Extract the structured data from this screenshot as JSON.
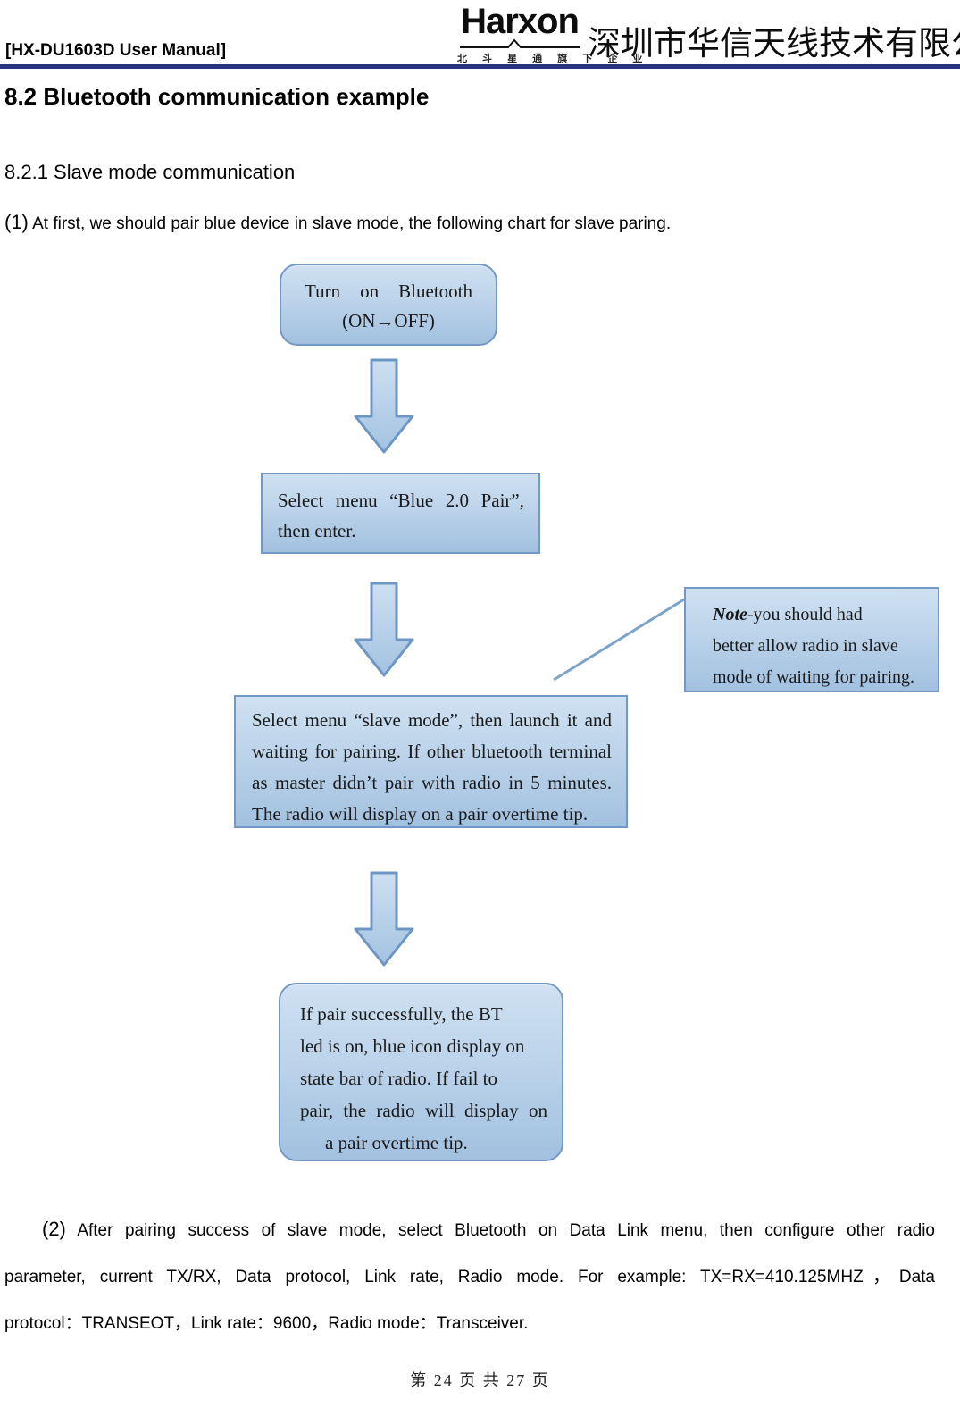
{
  "header": {
    "manual_title": "[HX-DU1603D User Manual]",
    "logo": {
      "brand": "Harxon",
      "slogan": "北 斗 星 通 旗 下 企 业",
      "company_cn": "深圳市华信天线技术有限公司"
    }
  },
  "headings": {
    "section": "8.2 Bluetooth communication example",
    "subsection": "8.2.1 Slave mode communication"
  },
  "paragraph1": {
    "marker": "(1)",
    "text": " At first, we should pair blue device in slave mode, the following chart for slave paring."
  },
  "flowchart": {
    "box1": {
      "lines": [
        "Turn on Bluetooth",
        "(ON→OFF)"
      ]
    },
    "box2": {
      "lines": [
        "Select menu “Blue 2.0 Pair”,",
        "then enter."
      ]
    },
    "note": {
      "bold": "Note",
      "lines": [
        "-you should had",
        "better allow radio in slave",
        "mode of waiting for pairing."
      ]
    },
    "box3": {
      "lines": [
        "Select menu “slave mode”, then launch it and",
        "waiting for pairing. If other bluetooth terminal",
        "as master didn’t pair with radio in 5 minutes.",
        "The radio will display on a pair overtime tip."
      ]
    },
    "box4": {
      "lines": [
        "If pair successfully, the BT",
        "led is on, blue icon display on",
        "state bar of radio. If fail to",
        "pair, the radio will display on",
        "a pair overtime tip."
      ]
    }
  },
  "paragraph2": {
    "marker": "(2)",
    "lines": [
      " After pairing success of slave mode, select Bluetooth on Data Link menu, then configure other radio",
      "parameter, current TX/RX, Data protocol, Link rate, Radio mode. For example: TX=RX=410.125MHZ，Data",
      "protocol：TRANSEOT，Link rate：9600，Radio mode：Transceiver."
    ]
  },
  "footer": {
    "page_info": "第 24 页 共 27 页"
  },
  "colors": {
    "navy_rule": "#28337e",
    "box_border": "#7398c5",
    "box_fill_top": "#cfe1f2",
    "box_fill_bottom": "#a2c1e0",
    "arrow_stroke": "#6e96c4",
    "connector_line": "#7ba3cc"
  }
}
